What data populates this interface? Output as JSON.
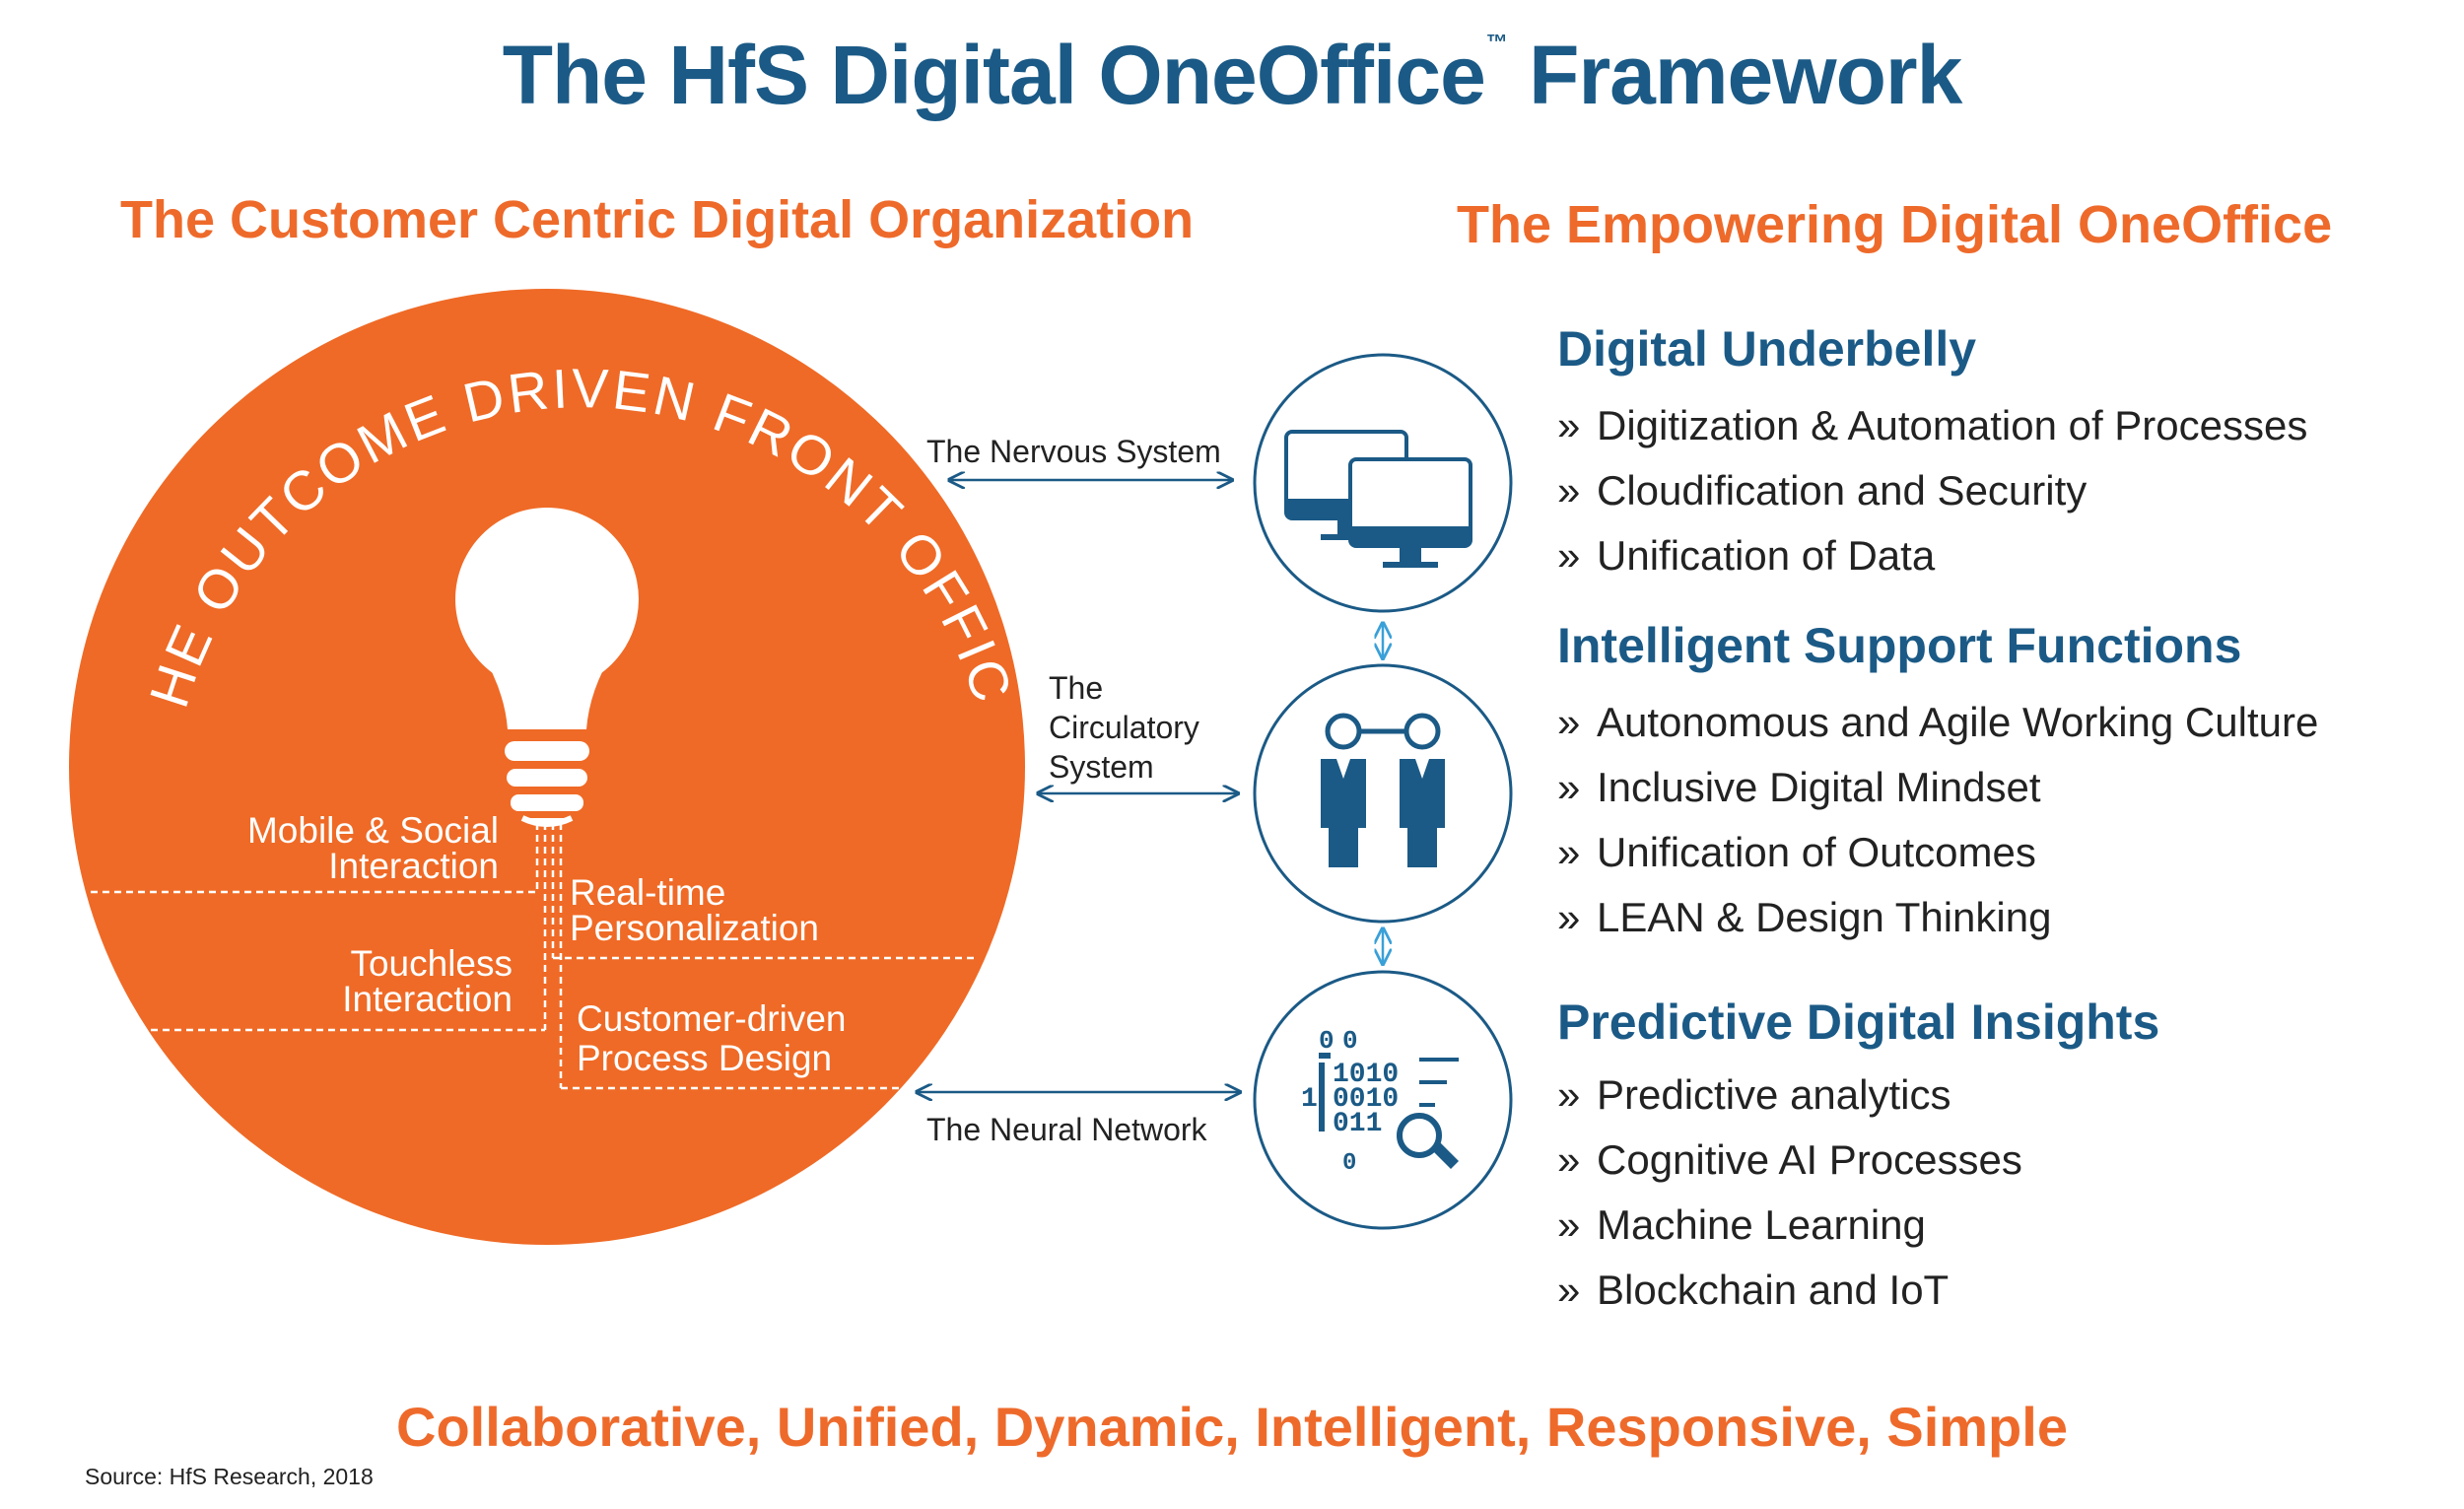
{
  "title": {
    "main": "The HfS Digital OneOffice",
    "tm": "™",
    "suffix": " Framework"
  },
  "left_heading": "The Customer Centric Digital Organization",
  "right_heading": "The Empowering Digital OneOffice",
  "circle": {
    "arc_text": "THE OUTCOME DRIVEN FRONT OFFICE",
    "fill": "#ef6a26",
    "segments": [
      {
        "lines": [
          "Mobile & Social",
          "Interaction"
        ]
      },
      {
        "lines": [
          "Real-time",
          "Personalization"
        ]
      },
      {
        "lines": [
          "Touchless",
          "Interaction"
        ]
      },
      {
        "lines": [
          "Customer-driven",
          "Process Design"
        ]
      }
    ]
  },
  "connectors": {
    "nervous": "The Nervous System",
    "circulatory": [
      "The",
      "Circulatory",
      "System"
    ],
    "neural": "The Neural Network"
  },
  "icons": [
    {
      "name": "computer-monitors-icon"
    },
    {
      "name": "collaborating-people-icon"
    },
    {
      "name": "data-analytics-magnifier-icon"
    }
  ],
  "sections": [
    {
      "heading": "Digital Underbelly",
      "bullet": "»",
      "items": [
        "Digitization & Automation of Processes",
        "Cloudification and Security",
        "Unification of Data"
      ]
    },
    {
      "heading": "Intelligent Support Functions",
      "bullet": "»",
      "items": [
        "Autonomous and Agile Working Culture",
        "Inclusive Digital Mindset",
        "Unification of Outcomes",
        "LEAN & Design Thinking"
      ]
    },
    {
      "heading": "Predictive Digital Insights",
      "bullet": "»",
      "items": [
        "Predictive analytics",
        "Cognitive AI Processes",
        "Machine Learning",
        "Blockchain and IoT"
      ]
    }
  ],
  "footer": "Collaborative, Unified, Dynamic, Intelligent, Responsive, Simple",
  "source": "Source: HfS Research, 2018",
  "colors": {
    "orange": "#ef6a26",
    "blue": "#1b5a86",
    "light_blue": "#3aa0d8"
  }
}
